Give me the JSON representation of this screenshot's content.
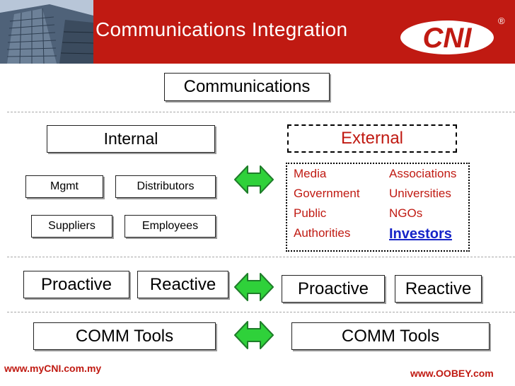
{
  "header": {
    "title": "Communications Integration",
    "logo_text": "CNI",
    "registered_mark": "®",
    "brand_color": "#c01a12"
  },
  "diagram": {
    "root": "Communications",
    "internal": {
      "label": "Internal",
      "items": [
        "Mgmt",
        "Distributors",
        "Suppliers",
        "Employees"
      ]
    },
    "external": {
      "label": "External",
      "items_left": [
        "Media",
        "Government",
        "Public",
        "Authorities"
      ],
      "items_right": [
        "Associations",
        "Universities",
        "NGOs",
        "Investors"
      ]
    },
    "left_modes": [
      "Proactive",
      "Reactive"
    ],
    "right_modes": [
      "Proactive",
      "Reactive"
    ],
    "left_tools": "COMM Tools",
    "right_tools": "COMM Tools"
  },
  "footer": {
    "left_url": "www.myCNI.com.my",
    "right_url": "www.OOBEY.com"
  }
}
